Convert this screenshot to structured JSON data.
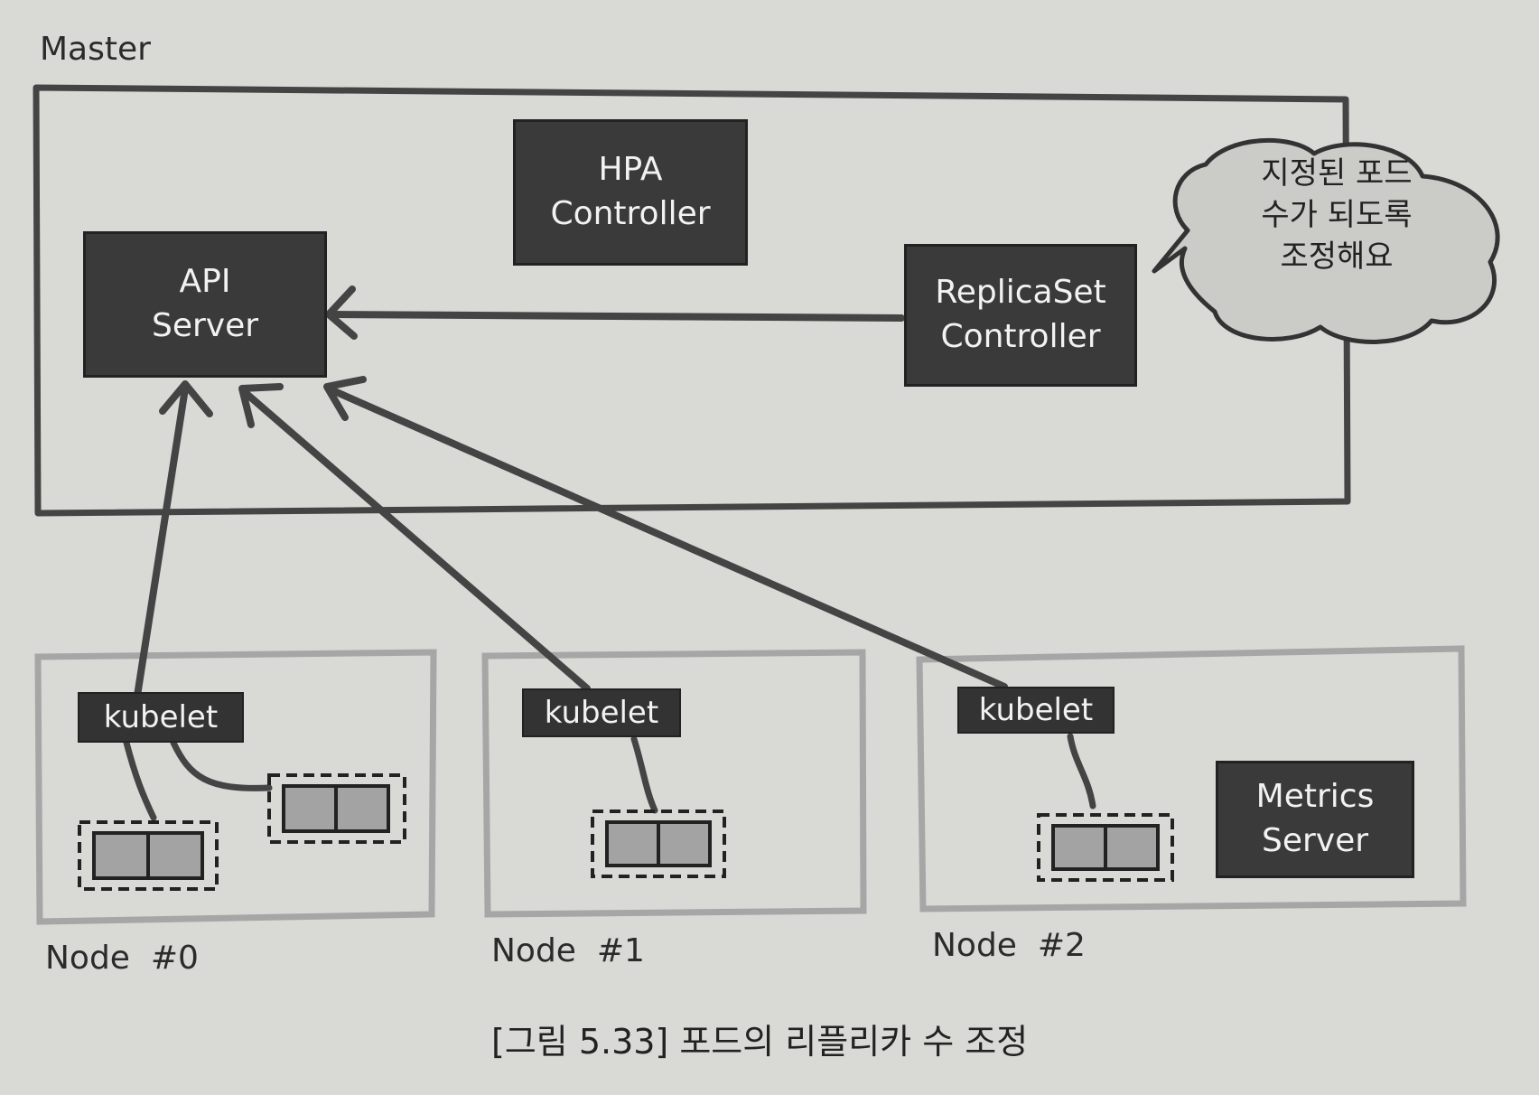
{
  "master": {
    "label": "Master"
  },
  "components": {
    "hpa": "HPA\nController",
    "api": "API\nServer",
    "replicaset": "ReplicaSet\nController",
    "metrics": "Metrics\nServer"
  },
  "bubble": {
    "text": "지정된 포드\n수가 되도록\n조정해요"
  },
  "nodes": [
    {
      "label": "Node  #0",
      "kubelet": "kubelet"
    },
    {
      "label": "Node  #1",
      "kubelet": "kubelet"
    },
    {
      "label": "Node  #2",
      "kubelet": "kubelet"
    }
  ],
  "caption": "[그림 5.33] 포드의 리플리카 수 조정"
}
